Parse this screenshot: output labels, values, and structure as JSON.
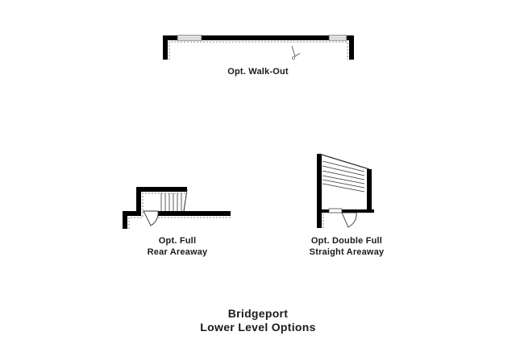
{
  "options": [
    {
      "key": "walkout",
      "lines": [
        "Opt. Walk-Out"
      ]
    },
    {
      "key": "rear",
      "lines": [
        "Opt. Full",
        "Rear Areaway"
      ]
    },
    {
      "key": "straight",
      "lines": [
        "Opt. Double Full",
        "Straight Areaway"
      ]
    }
  ],
  "title": {
    "line1": "Bridgeport",
    "line2": "Lower Level Options"
  },
  "colors": {
    "wall": "#000000",
    "line": "#555555",
    "background": "#ffffff"
  }
}
